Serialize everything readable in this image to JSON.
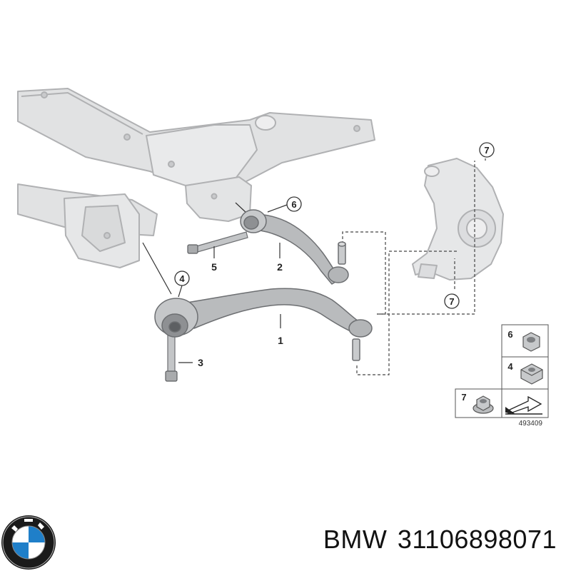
{
  "diagram": {
    "callouts": {
      "c1": "1",
      "c2": "2",
      "c3": "3",
      "c4": "4",
      "c5": "5",
      "c6": "6",
      "c7_top": "7",
      "c7_bottom": "7"
    },
    "legend": {
      "item_6": "6",
      "item_4": "4",
      "item_7": "7"
    },
    "reference_number": "493409"
  },
  "caption": {
    "brand": "BMW",
    "part_number": "31106898071"
  },
  "colors": {
    "part_fill": "#d7d8d9",
    "part_stroke": "#a8a9ab",
    "arm_fill": "#b9bbbd",
    "arm_stroke": "#6d6f72",
    "bmw_blue": "#1f7fc9",
    "bmw_black": "#111111"
  }
}
